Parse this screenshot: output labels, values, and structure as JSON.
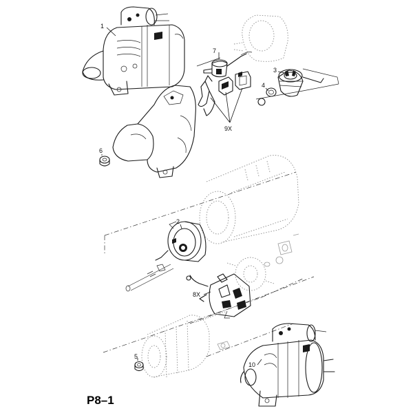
{
  "diagram": {
    "page_reference": "P8–1",
    "callouts": {
      "starter_motor_a": "1",
      "commutator_end_cover": "2",
      "pinion_drive": "3",
      "circlip_ring": "4",
      "bush_lower": "5",
      "bush_upper": "6",
      "solenoid": "7",
      "brush_plate_kit": "8X",
      "fork_kit": "9X",
      "starter_motor_b": "10"
    }
  }
}
